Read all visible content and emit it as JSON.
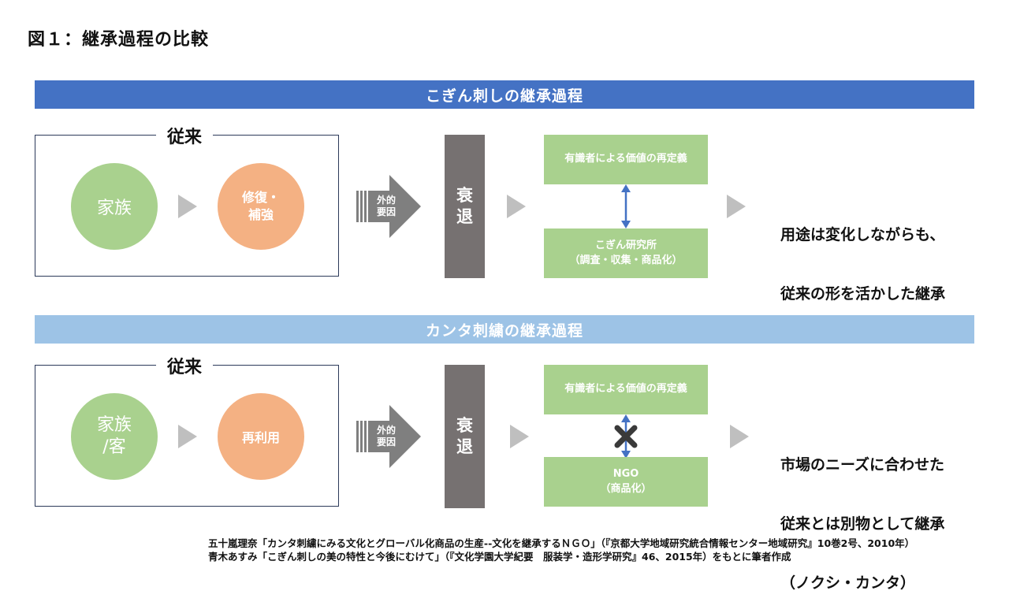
{
  "figure_title": "図１：継承過程の比較",
  "koginsashi": {
    "banner": "こぎん刺しの継承過程",
    "frame_label": "従来",
    "circle1": "家族",
    "circle2_line1": "修復・",
    "circle2_line2": "補強",
    "external_line1": "外的",
    "external_line2": "要因",
    "decline_line1": "衰",
    "decline_line2": "退",
    "top_box": "有識者による価値の再定義",
    "bottom_box_line1": "こぎん研究所",
    "bottom_box_line2": "（調査・収集・商品化）",
    "result_line1": "用途は変化しながらも、",
    "result_line2": "従来の形を活かした継承"
  },
  "kantha": {
    "banner": "カンタ刺繍の継承過程",
    "frame_label": "従来",
    "circle1_line1": "家族",
    "circle1_line2": "/客",
    "circle2": "再利用",
    "external_line1": "外的",
    "external_line2": "要因",
    "decline_line1": "衰",
    "decline_line2": "退",
    "top_box": "有識者による価値の再定義",
    "bottom_box_line1": "NGO",
    "bottom_box_line2": "（商品化）",
    "result_line1": "市場のニーズに合わせた",
    "result_line2": "従来とは別物として継承",
    "result_line3": "（ノクシ・カンタ）"
  },
  "sources": {
    "line1": "五十嵐理奈「カンタ刺繍にみる文化とグローバル化商品の生産--文化を継承するＮＧＯ」（『京都大学地域研究統合情報センター地域研究』10巻2号、2010年）",
    "line2": "青木あすみ「こぎん刺しの美の特性と今後にむけて」（『文化学園大学紀要　服装学・造形学研究』46、2015年）をもとに筆者作成"
  },
  "colors": {
    "banner_dark_blue": "#4472c4",
    "banner_light_blue": "#9dc3e6",
    "green": "#a9d18e",
    "orange": "#f4b183",
    "decline_gray": "#767171",
    "arrow_gray": "#7f7f7f",
    "link_blue": "#4472c4"
  }
}
